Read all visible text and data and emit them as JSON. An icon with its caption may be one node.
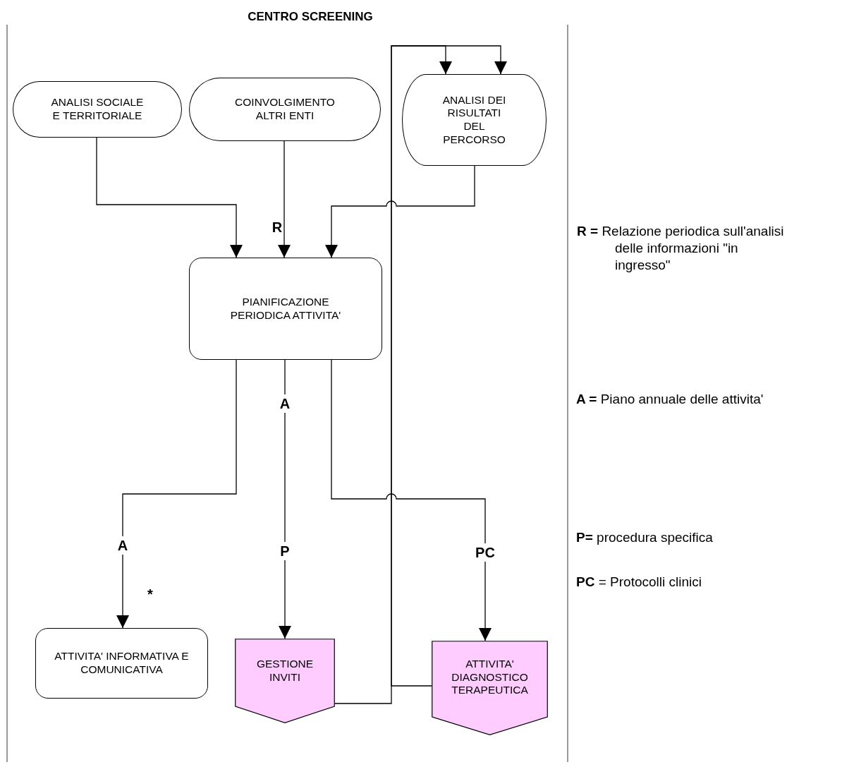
{
  "diagram": {
    "title": "CENTRO SCREENING",
    "nodes": [
      {
        "text": [
          "ANALISI SOCIALE E TERRITORIALE"
        ]
      },
      {
        "text": [
          "COINVOLGIMENTO ALTRI ENTI"
        ]
      },
      {
        "text": [
          "ANALISI DEI RISULTATI DEL PERCORSO"
        ]
      },
      {
        "text": [
          "PIANIFICAZIONE PERIODICA ATTIVITA'"
        ]
      },
      {
        "text": [
          "ATTIVITA' INFORMATIVA E COMUNICATIVA"
        ]
      },
      {
        "text": [
          "GESTIONE INVITI"
        ]
      },
      {
        "text": [
          "ATTIVITA' DIAGNOSTICO TERAPEUTICA"
        ]
      }
    ],
    "edges": [
      {
        "from": 0,
        "to": 3,
        "arrow": "to"
      },
      {
        "from": 1,
        "to": 3,
        "arrow": "to",
        "label": "R"
      },
      {
        "from": 2,
        "to": 3,
        "arrow": "to"
      },
      {
        "from": 3,
        "to": 4,
        "arrow": "to",
        "label": "A"
      },
      {
        "from": 3,
        "to": 5,
        "arrow": "to",
        "label": "A"
      },
      {
        "from": 3,
        "to": 6,
        "arrow": "to",
        "label": "PC"
      },
      {
        "from": 5,
        "to": 2,
        "arrow": "to"
      },
      {
        "from": 6,
        "to": 2,
        "arrow": "to"
      }
    ],
    "labels": [
      "**R =** Relazione periodica sull'analisi delle informazioni \"in ingresso\"",
      "**A =** Piano annuale delle attivita'",
      "**P=** procedura specifica",
      "P",
      "**PC** = Protocolli clinici",
      "*"
    ]
  }
}
